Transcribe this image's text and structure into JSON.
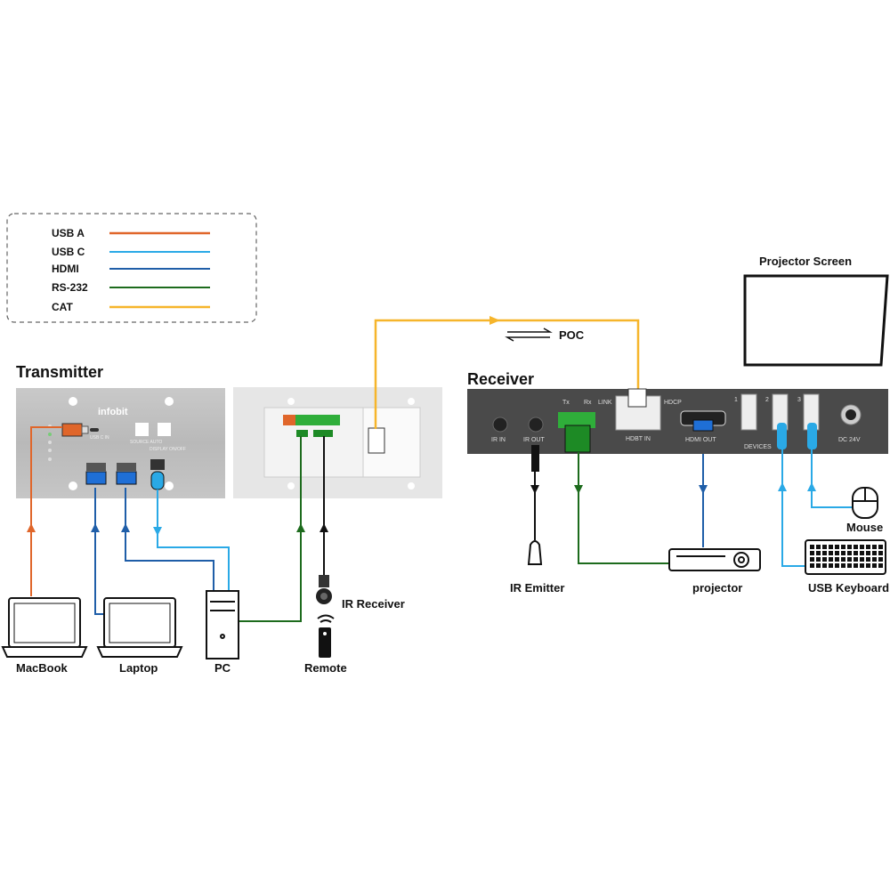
{
  "legend": {
    "items": [
      {
        "label": "USB A",
        "color": "#e0662a"
      },
      {
        "label": "USB C",
        "color": "#2aa9e6"
      },
      {
        "label": "HDMI",
        "color": "#1f5ea8"
      },
      {
        "label": "RS-232",
        "color": "#1d6b1d"
      },
      {
        "label": "CAT",
        "color": "#f6b52b"
      }
    ]
  },
  "transmitter": {
    "title": "Transmitter",
    "brand": "infobit",
    "ports": [
      "USB C IN",
      "SOURCE AUTO",
      "DISPLAY ON/OFF"
    ]
  },
  "receiver": {
    "title": "Receiver",
    "ports": [
      "IR IN",
      "IR OUT",
      "Tx",
      "Rx",
      "LINK",
      "HDCP",
      "HDBT IN",
      "HDMI OUT",
      "DEVICES",
      "1",
      "2",
      "3",
      "DC 24V"
    ]
  },
  "poc_label": "POC",
  "devices": {
    "projector_screen": "Projector Screen",
    "macbook": "MacBook",
    "laptop": "Laptop",
    "pc": "PC",
    "ir_receiver": "IR Receiver",
    "remote": "Remote",
    "ir_emitter": "IR Emitter",
    "projector": "projector",
    "mouse": "Mouse",
    "keyboard": "USB Keyboard"
  }
}
